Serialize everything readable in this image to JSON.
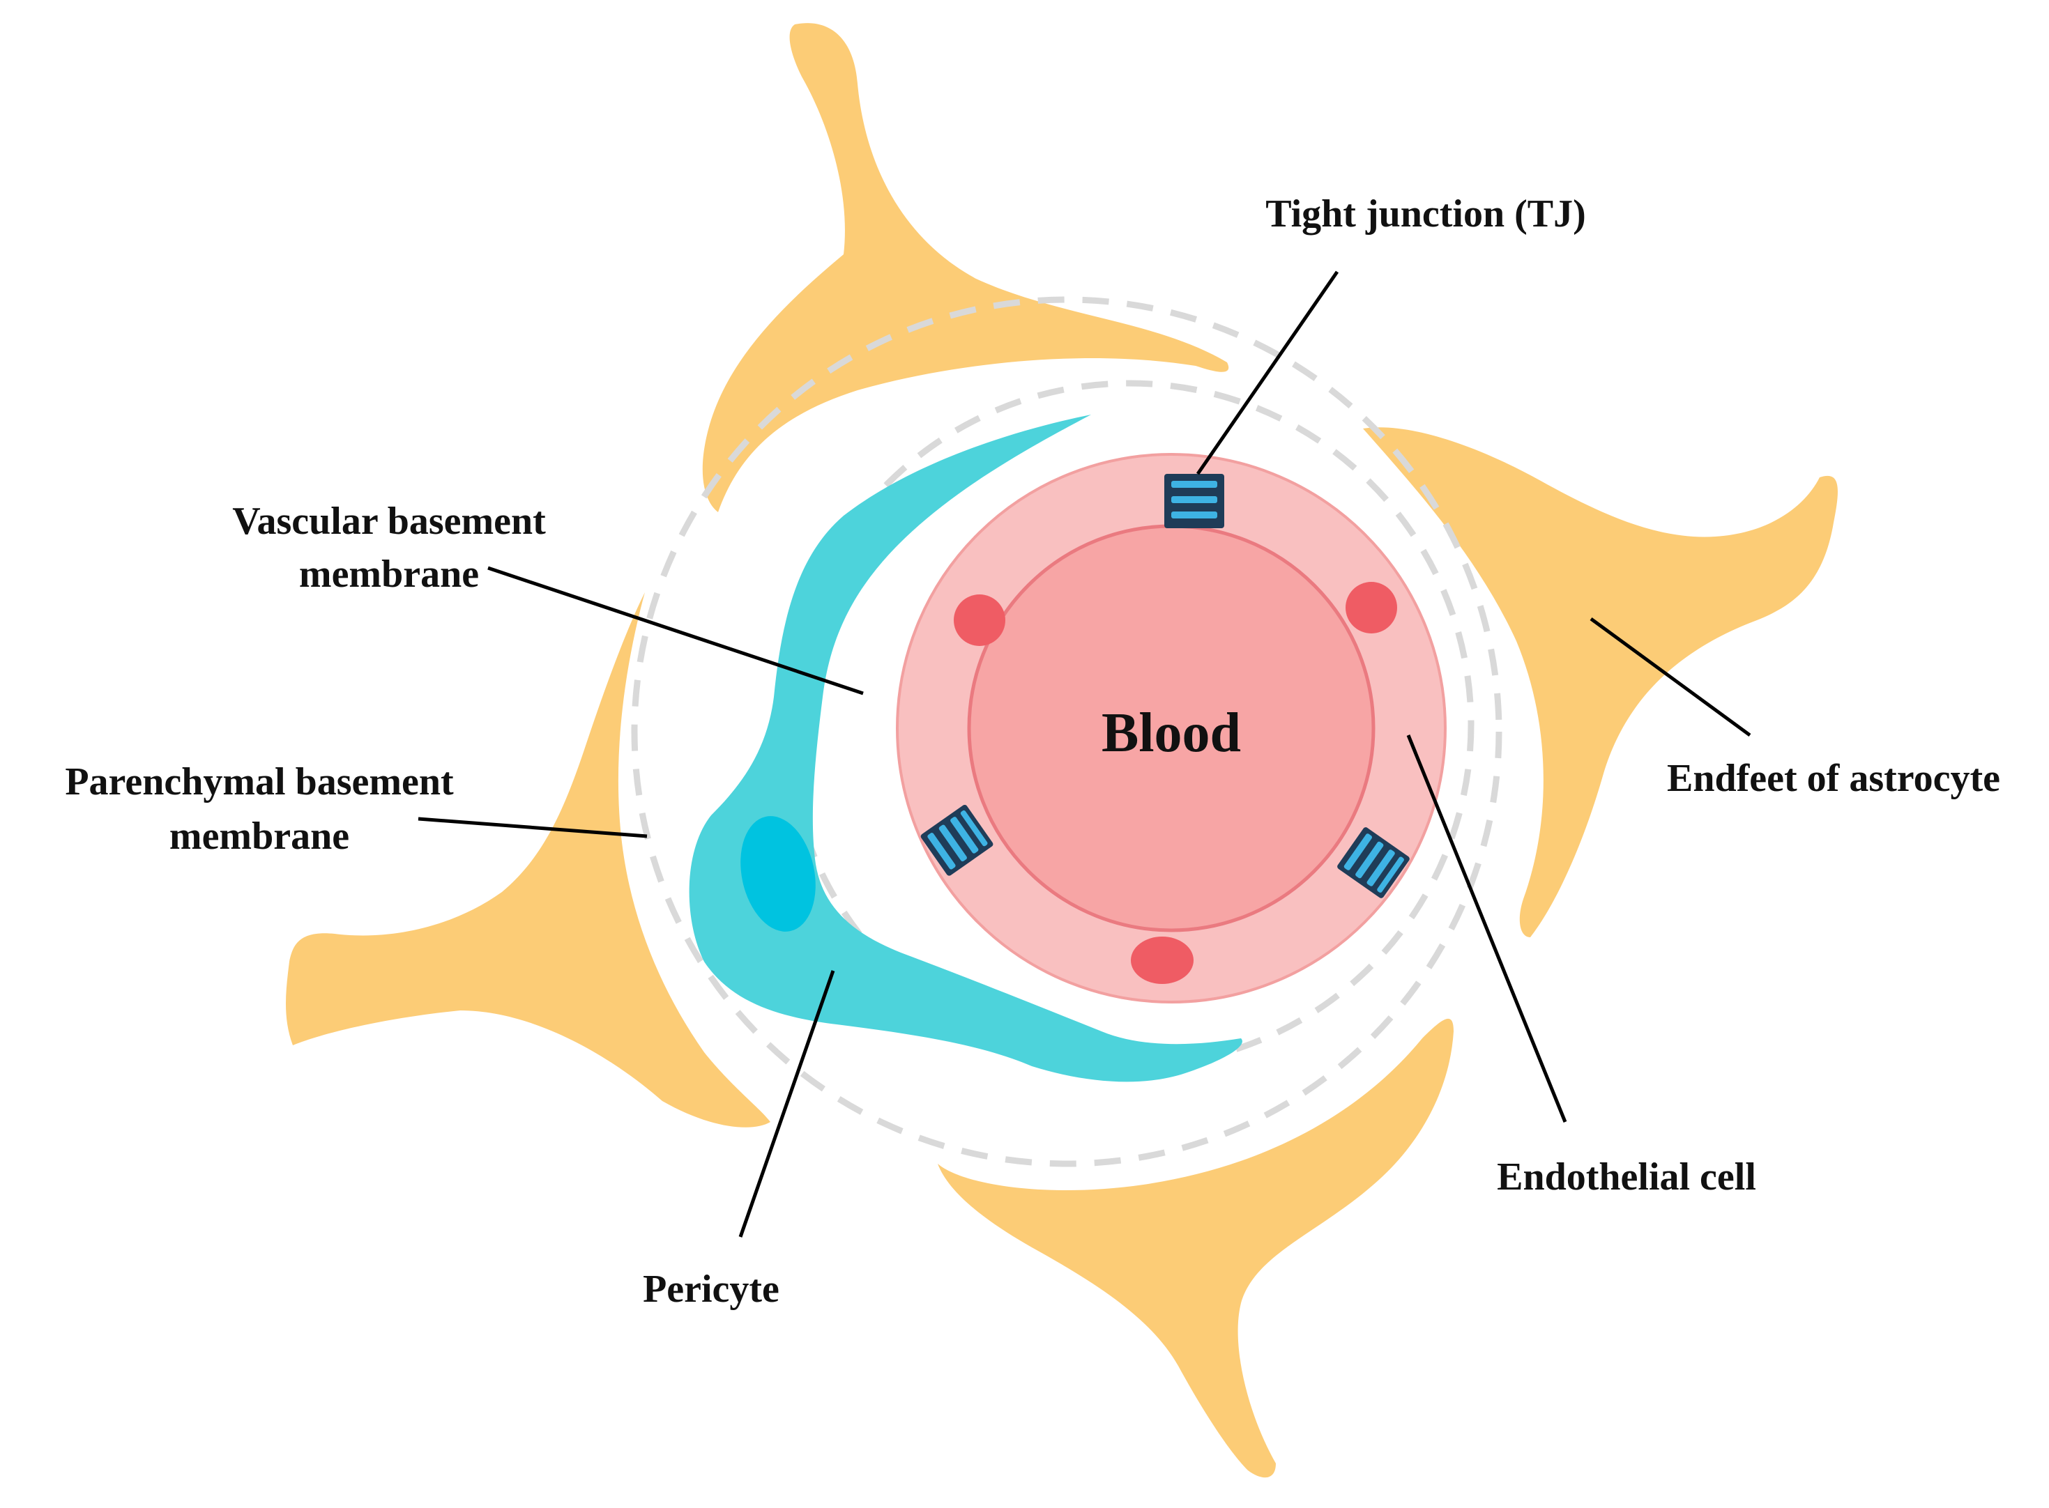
{
  "labels": {
    "blood": "Blood",
    "tight_junction": "Tight junction (TJ)",
    "vascular_bm_line1": "Vascular basement",
    "vascular_bm_line2": "membrane",
    "parenchymal_bm_line1": "Parenchymal basement",
    "parenchymal_bm_line2": "membrane",
    "endfeet": "Endfeet of astrocyte",
    "endothelial": "Endothelial cell",
    "pericyte": "Pericyte"
  },
  "colors": {
    "astrocyte": "#FCCC76",
    "pericyte": "#4DD3DB",
    "pericyte_nucleus": "#00C3E0",
    "endothelial_outer": "#F9C0C0",
    "endothelial_edge": "#F19292",
    "lumen": "#F7A5A5",
    "lumen_edge": "#EA7A80",
    "endo_nucleus": "#EF5C64",
    "membrane_dash": "#D9D9D9",
    "tj_dark": "#1F3C58",
    "tj_light": "#3EB3E4"
  }
}
